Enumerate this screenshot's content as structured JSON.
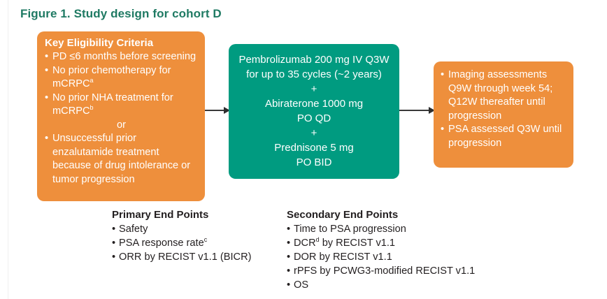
{
  "figure": {
    "title": "Figure 1. Study design for cohort D",
    "title_color": "#1f7a63"
  },
  "colors": {
    "orange": "#ee8f3c",
    "teal": "#009b80",
    "text_dark": "#231f20",
    "arrow": "#2e2e2e"
  },
  "eligibility_box": {
    "heading": "Key Eligibility Criteria",
    "items": [
      {
        "text": "PD ≤6 months before screening",
        "sup": ""
      },
      {
        "text": "No prior chemotherapy for mCRPC",
        "sup": "a"
      },
      {
        "text": "No prior NHA treatment for mCRPC",
        "sup": "b"
      },
      {
        "text": "or",
        "sup": "",
        "centered": true,
        "no_bullet": true
      },
      {
        "text": "Unsuccessful prior enzalutamide treatment because of drug intolerance or tumor progression",
        "sup": ""
      }
    ]
  },
  "treatment_box": {
    "lines": [
      "Pembrolizumab 200 mg IV Q3W",
      "for up to 35 cycles (~2 years)",
      "+",
      "Abiraterone 1000 mg",
      "PO QD",
      "+",
      "Prednisone 5 mg",
      "PO BID"
    ]
  },
  "assessments_box": {
    "items": [
      "Imaging assessments Q9W through week 54; Q12W thereafter until progression",
      "PSA assessed Q3W until progression"
    ]
  },
  "primary_endpoints": {
    "heading": "Primary End Points",
    "items": [
      {
        "text": "Safety",
        "sup": "",
        "tail": ""
      },
      {
        "text": "PSA response rate",
        "sup": "c",
        "tail": ""
      },
      {
        "text": "ORR by RECIST v1.1 (BICR)",
        "sup": "",
        "tail": ""
      }
    ]
  },
  "secondary_endpoints": {
    "heading": "Secondary End Points",
    "items": [
      {
        "text": "Time to PSA progression",
        "sup": "",
        "tail": ""
      },
      {
        "text": "DCR",
        "sup": "d",
        "tail": " by RECIST v1.1"
      },
      {
        "text": "DOR by RECIST v1.1",
        "sup": "",
        "tail": ""
      },
      {
        "text": "rPFS by PCWG3-modified RECIST v1.1",
        "sup": "",
        "tail": ""
      },
      {
        "text": "OS",
        "sup": "",
        "tail": ""
      }
    ]
  },
  "arrows": [
    {
      "name": "arrow-eligibility-to-treatment"
    },
    {
      "name": "arrow-treatment-to-assessments"
    }
  ]
}
